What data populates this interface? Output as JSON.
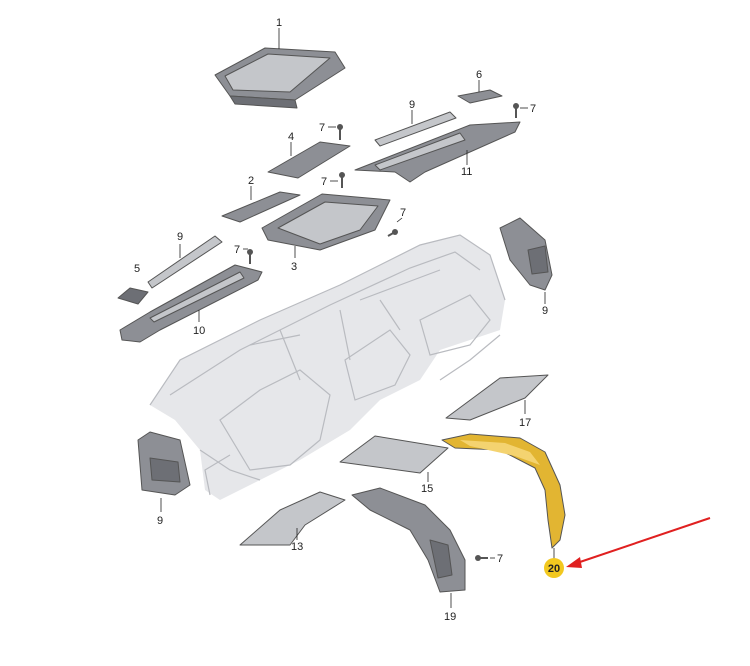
{
  "callouts": {
    "p1": "1",
    "p2": "2",
    "p3": "3",
    "p4": "4",
    "p5": "5",
    "p6": "6",
    "p7a": "7",
    "p7b": "7",
    "p7c": "7",
    "p7d": "7",
    "p7e": "7",
    "p7f": "7",
    "p9a": "9",
    "p9b": "9",
    "p9c": "9",
    "p9d": "9",
    "p10": "10",
    "p11": "11",
    "p13": "13",
    "p15": "15",
    "p17": "17",
    "p19": "19",
    "p20": "20"
  },
  "colors": {
    "highlight_part": "#e2b532",
    "highlight_badge": "#f2c81f",
    "pointer_arrow": "#e02020",
    "part_grey": "#8d8f95"
  }
}
